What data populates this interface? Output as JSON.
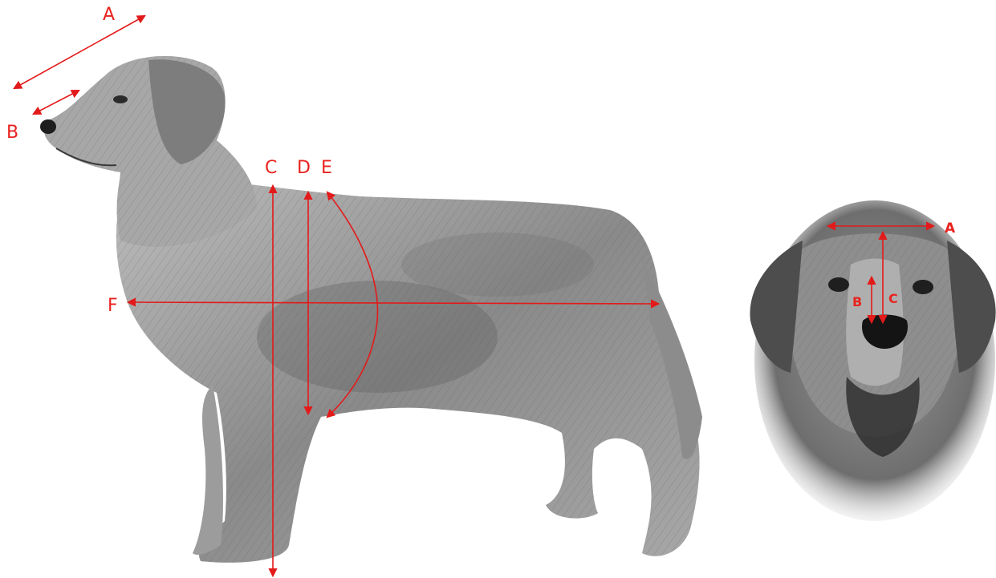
{
  "body_diagram": {
    "labels": {
      "a": "A",
      "b": "B",
      "c": "C",
      "d": "D",
      "e": "E",
      "f": "F"
    }
  },
  "head_diagram": {
    "labels": {
      "a": "A",
      "b": "B",
      "c": "C"
    }
  },
  "colors": {
    "measurement": "#e31a1a",
    "label": "#e8231f"
  }
}
